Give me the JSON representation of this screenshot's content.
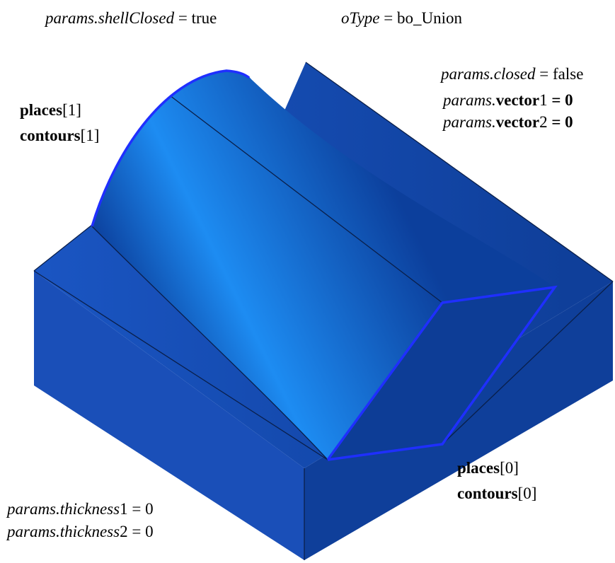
{
  "labels": {
    "shell_closed": {
      "key": "params.shellClosed",
      "op": " = ",
      "value": "true"
    },
    "otype": {
      "key": "oType",
      "op": " = ",
      "value": "bo_Union"
    },
    "closed": {
      "key": "params.closed",
      "op": " = ",
      "value": "false"
    },
    "vector1": {
      "prefix": "params.",
      "key": "vector",
      "index": "1",
      "op": " = ",
      "value": "0"
    },
    "vector2": {
      "prefix": "params.",
      "key": "vector",
      "index": "2",
      "op": " = ",
      "value": "0"
    },
    "places1": {
      "key": "places",
      "index": "[1]"
    },
    "contours1": {
      "key": "contours",
      "index": "[1]"
    },
    "places0": {
      "key": "places",
      "index": "[0]"
    },
    "contours0": {
      "key": "contours",
      "index": "[0]"
    },
    "thickness1": {
      "key": "params.thickness",
      "index": "1",
      "op": " = ",
      "value": "0"
    },
    "thickness2": {
      "key": "params.thickness",
      "index": "2",
      "op": " = ",
      "value": "0"
    }
  },
  "colors": {
    "top_face": "#1a55c2",
    "left_face": "#1a4fb8",
    "right_face": "#0f3f9a",
    "cylinder_light": "#1d8cf2",
    "cylinder_dark": "#0c3f9c",
    "prism_face": "#0d3d96",
    "contour_edge": "#1f2fff",
    "edge": "#0a1f4a"
  }
}
